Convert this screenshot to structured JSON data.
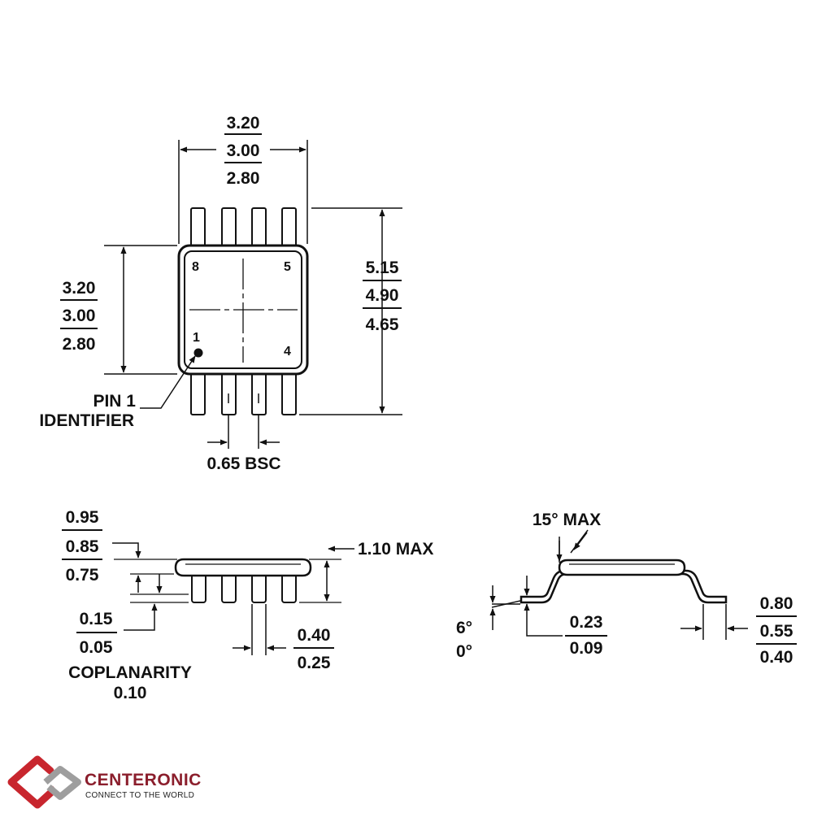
{
  "top_view": {
    "body_width": {
      "max": "3.20",
      "nom": "3.00",
      "min": "2.80"
    },
    "body_length": {
      "max": "3.20",
      "nom": "3.00",
      "min": "2.80"
    },
    "overall_width": {
      "max": "5.15",
      "nom": "4.90",
      "min": "4.65"
    },
    "pin_labels": {
      "p8": "8",
      "p5": "5",
      "p1": "1",
      "p4": "4"
    },
    "pin1_label_line1": "PIN 1",
    "pin1_label_line2": "IDENTIFIER",
    "pitch": "0.65 BSC"
  },
  "side_view": {
    "body_height": {
      "max": "0.95",
      "nom": "0.85",
      "min": "0.75"
    },
    "standoff": {
      "max": "0.15",
      "min": "0.05"
    },
    "coplanarity_label": "COPLANARITY",
    "coplanarity_value": "0.10",
    "lead_width": {
      "max": "0.40",
      "min": "0.25"
    },
    "seated_height": "1.10 MAX"
  },
  "end_view": {
    "mold_angle": "15° MAX",
    "foot_angle": {
      "max": "6°",
      "min": "0°"
    },
    "lead_thickness": {
      "max": "0.23",
      "min": "0.09"
    },
    "foot_length": {
      "max": "0.80",
      "nom": "0.55",
      "min": "0.40"
    }
  },
  "logo": {
    "name": "CENTERONIC",
    "tagline": "CONNECT TO THE WORLD",
    "colors": {
      "red": "#c8262e",
      "gray": "#9e9e9e"
    }
  }
}
